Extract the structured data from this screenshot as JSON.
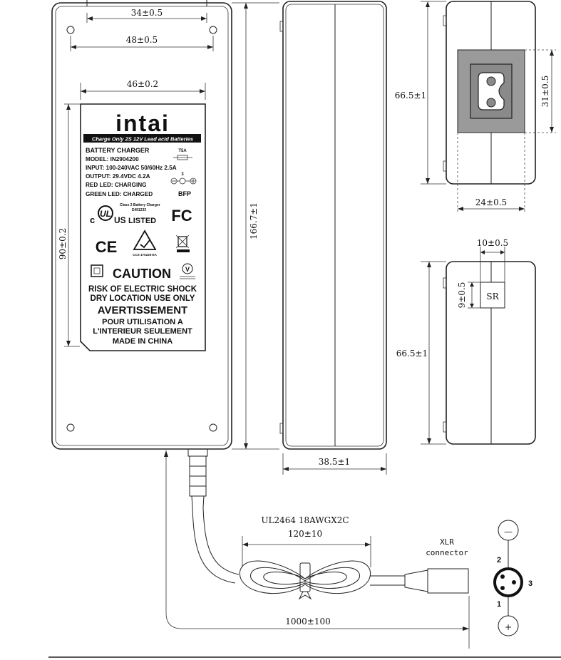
{
  "dimensions": {
    "top_width": "34±0.5",
    "hole_spacing": "48±0.5",
    "label_width": "46±0.2",
    "label_height": "90±0.2",
    "body_length": "166.7±1",
    "body_depth": "38.5±1",
    "end_height_top": "66.5±1",
    "socket_height": "31±0.5",
    "socket_width": "24±0.5",
    "sr_width": "10±0.5",
    "sr_height": "9±0.5",
    "end_height_bottom": "66.5±1",
    "cable_coil": "120±10",
    "cable_total": "1000±100"
  },
  "label": {
    "brand": "intai",
    "tagline": "Charge Only 2S 12V Lead acid Batteries",
    "specs": [
      "BATTERY CHARGER",
      "MODEL: IN2904200",
      "INPUT: 100-240VAC 50/60Hz  2.5A",
      "OUTPUT: 29.4VDC 4.2A",
      "RED LED: CHARGING",
      "GREEN LED: CHARGED"
    ],
    "fuse": "T5A",
    "bfp": "BFP",
    "ul_note_1": "Class 2 Battery Charger",
    "ul_note_2": "E491233",
    "ul_c": "c",
    "ul_us": "US",
    "ul_listed": "LISTED",
    "ul_mark": "UL",
    "fcc": "FC",
    "ce": "CE",
    "rcm_code": "CCS-170225-EA",
    "caution": "CAUTION",
    "warnings": [
      "RISK OF ELECTRIC SHOCK",
      "DRY LOCATION USE ONLY"
    ],
    "avertissement": "AVERTISSEMENT",
    "french": [
      "POUR UTILISATION A",
      "L'INTERIEUR SEULEMENT"
    ],
    "made_in": "MADE IN CHINA",
    "efficiency_mark": "V"
  },
  "sr_label": "SR",
  "cable": {
    "spec": "UL2464 18AWGX2C"
  },
  "connector": {
    "line1": "XLR",
    "line2": "connector",
    "minus": "—",
    "plus": "+",
    "pin1": "1",
    "pin2": "2",
    "pin3": "3",
    "polarity": "3"
  }
}
